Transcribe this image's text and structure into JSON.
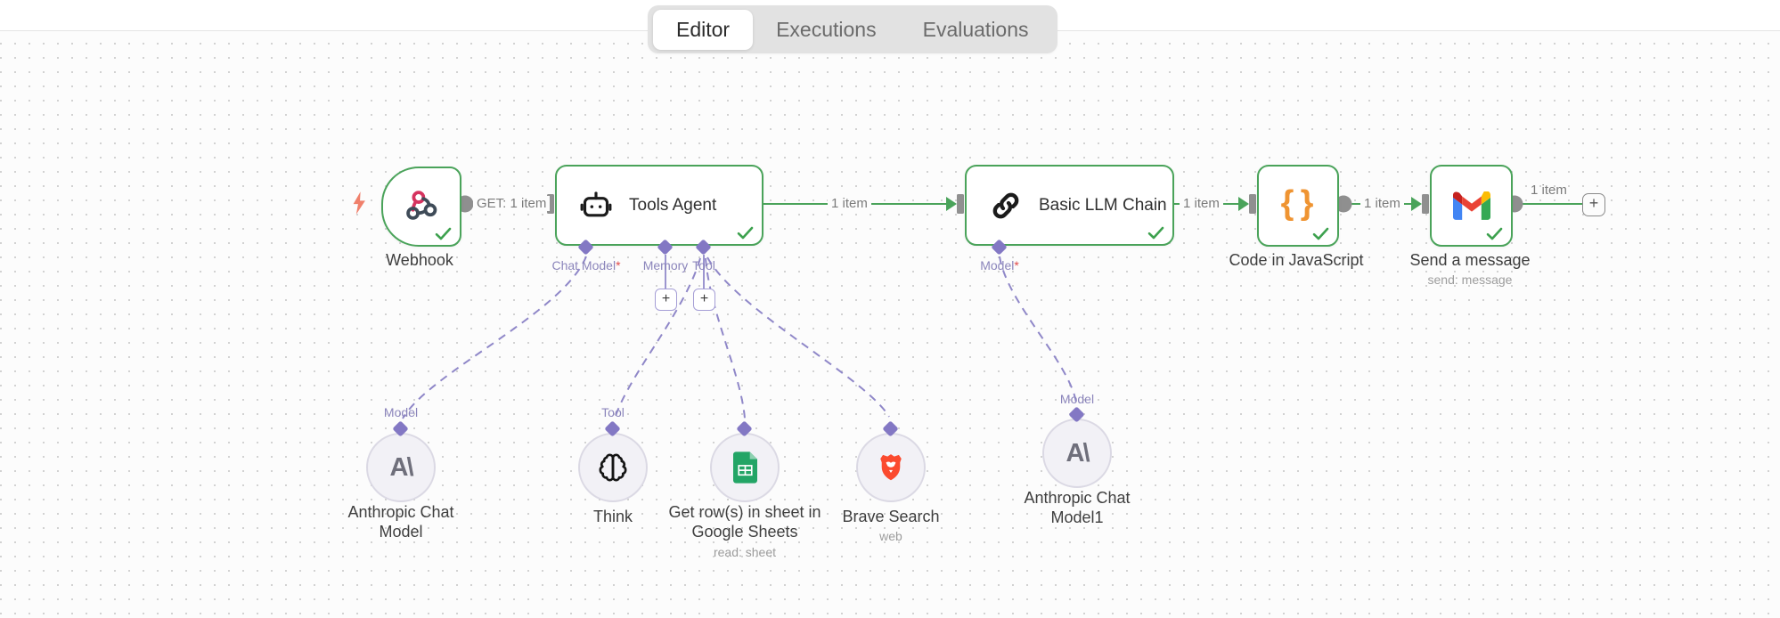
{
  "tabs": {
    "editor": "Editor",
    "executions": "Executions",
    "evaluations": "Evaluations"
  },
  "connections": {
    "webhook_to_agent": "GET: 1 item",
    "agent_to_chain": "1 item",
    "chain_to_code": "1 item",
    "code_to_gmail": "1 item",
    "gmail_to_end": "1 item"
  },
  "nodes": {
    "webhook": {
      "label": "Webhook"
    },
    "tools_agent": {
      "title": "Tools Agent"
    },
    "basic_llm_chain": {
      "title": "Basic LLM Chain"
    },
    "code": {
      "label": "Code in JavaScript"
    },
    "gmail": {
      "label": "Send a message",
      "subtitle": "send: message"
    },
    "anthropic_model": {
      "label": "Anthropic Chat Model",
      "port": "Model"
    },
    "think": {
      "label": "Think",
      "port": "Tool"
    },
    "sheets": {
      "label": "Get row(s) in sheet in Google Sheets",
      "subtitle": "read: sheet"
    },
    "brave": {
      "label": "Brave Search",
      "subtitle": "web"
    },
    "anthropic_model1": {
      "label": "Anthropic Chat Model1",
      "port": "Model"
    }
  },
  "ports": {
    "chat_model": "Chat Model",
    "memory": "Memory",
    "tool": "Tool",
    "model": "Model",
    "required": "*"
  },
  "ui": {
    "plus": "+"
  },
  "colors": {
    "wire_green": "#4aa35a",
    "lavender": "#8c84c6",
    "port_gray": "#8f8f8f",
    "bolt_coral": "#f0806b",
    "code_orange": "#ef9432",
    "sheets_green": "#23a566",
    "brave_orange": "#fb4a2e",
    "webhook_pink": "#d6335f",
    "webhook_dark": "#3f4b58"
  }
}
